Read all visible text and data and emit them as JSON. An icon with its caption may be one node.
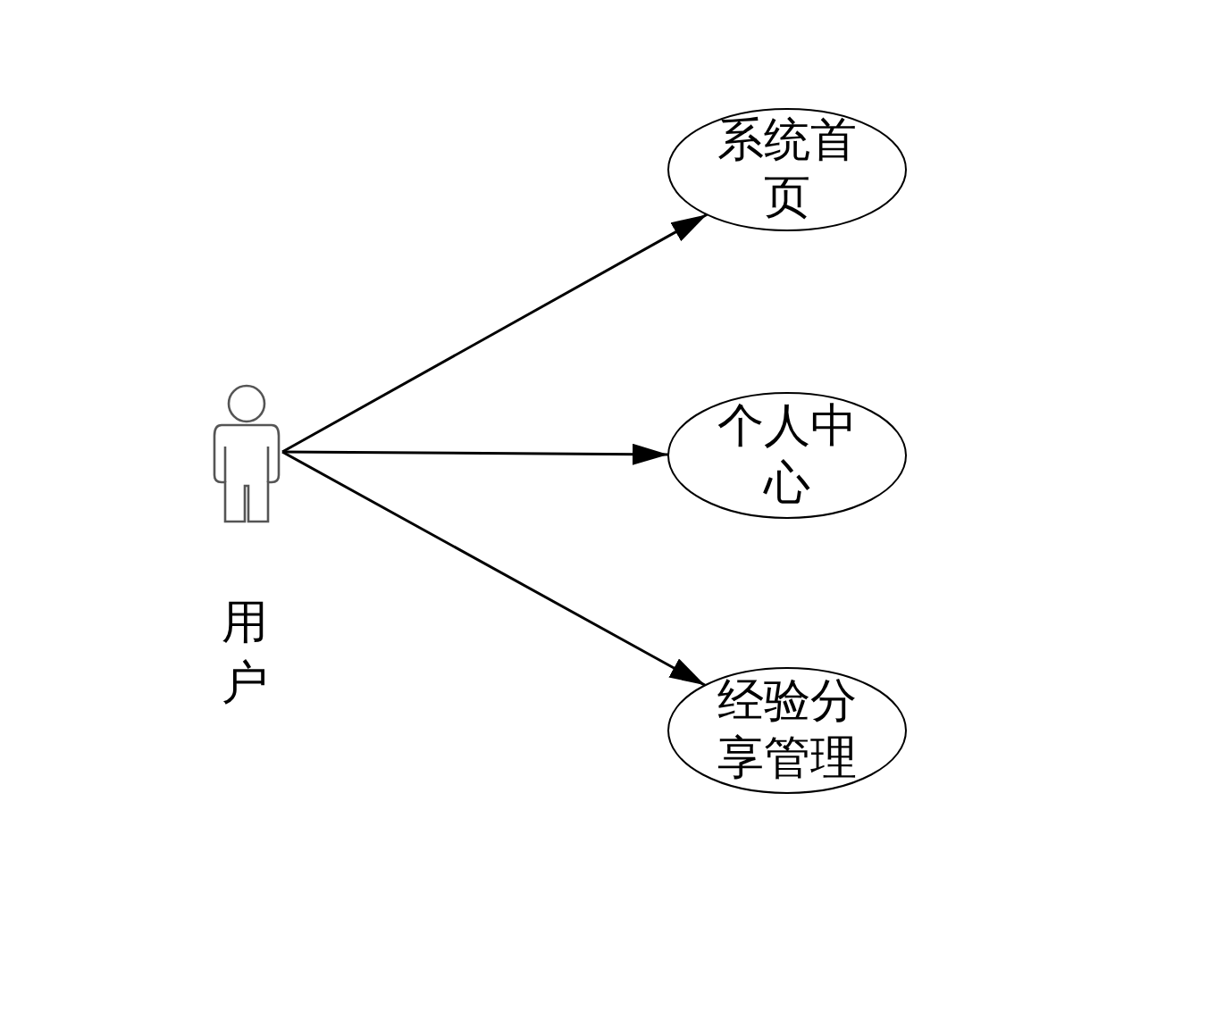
{
  "diagram": {
    "nodes": [
      {
        "text": [
          "用户"
        ]
      },
      {
        "text": [
          "系统首页"
        ]
      },
      {
        "text": [
          "个人中心"
        ]
      },
      {
        "text": [
          "经验分享管理"
        ]
      }
    ],
    "edges": [
      {
        "from": 0,
        "to": 1,
        "arrow": "to"
      },
      {
        "from": 0,
        "to": 2,
        "arrow": "to"
      },
      {
        "from": 0,
        "to": 3,
        "arrow": "to"
      }
    ]
  }
}
